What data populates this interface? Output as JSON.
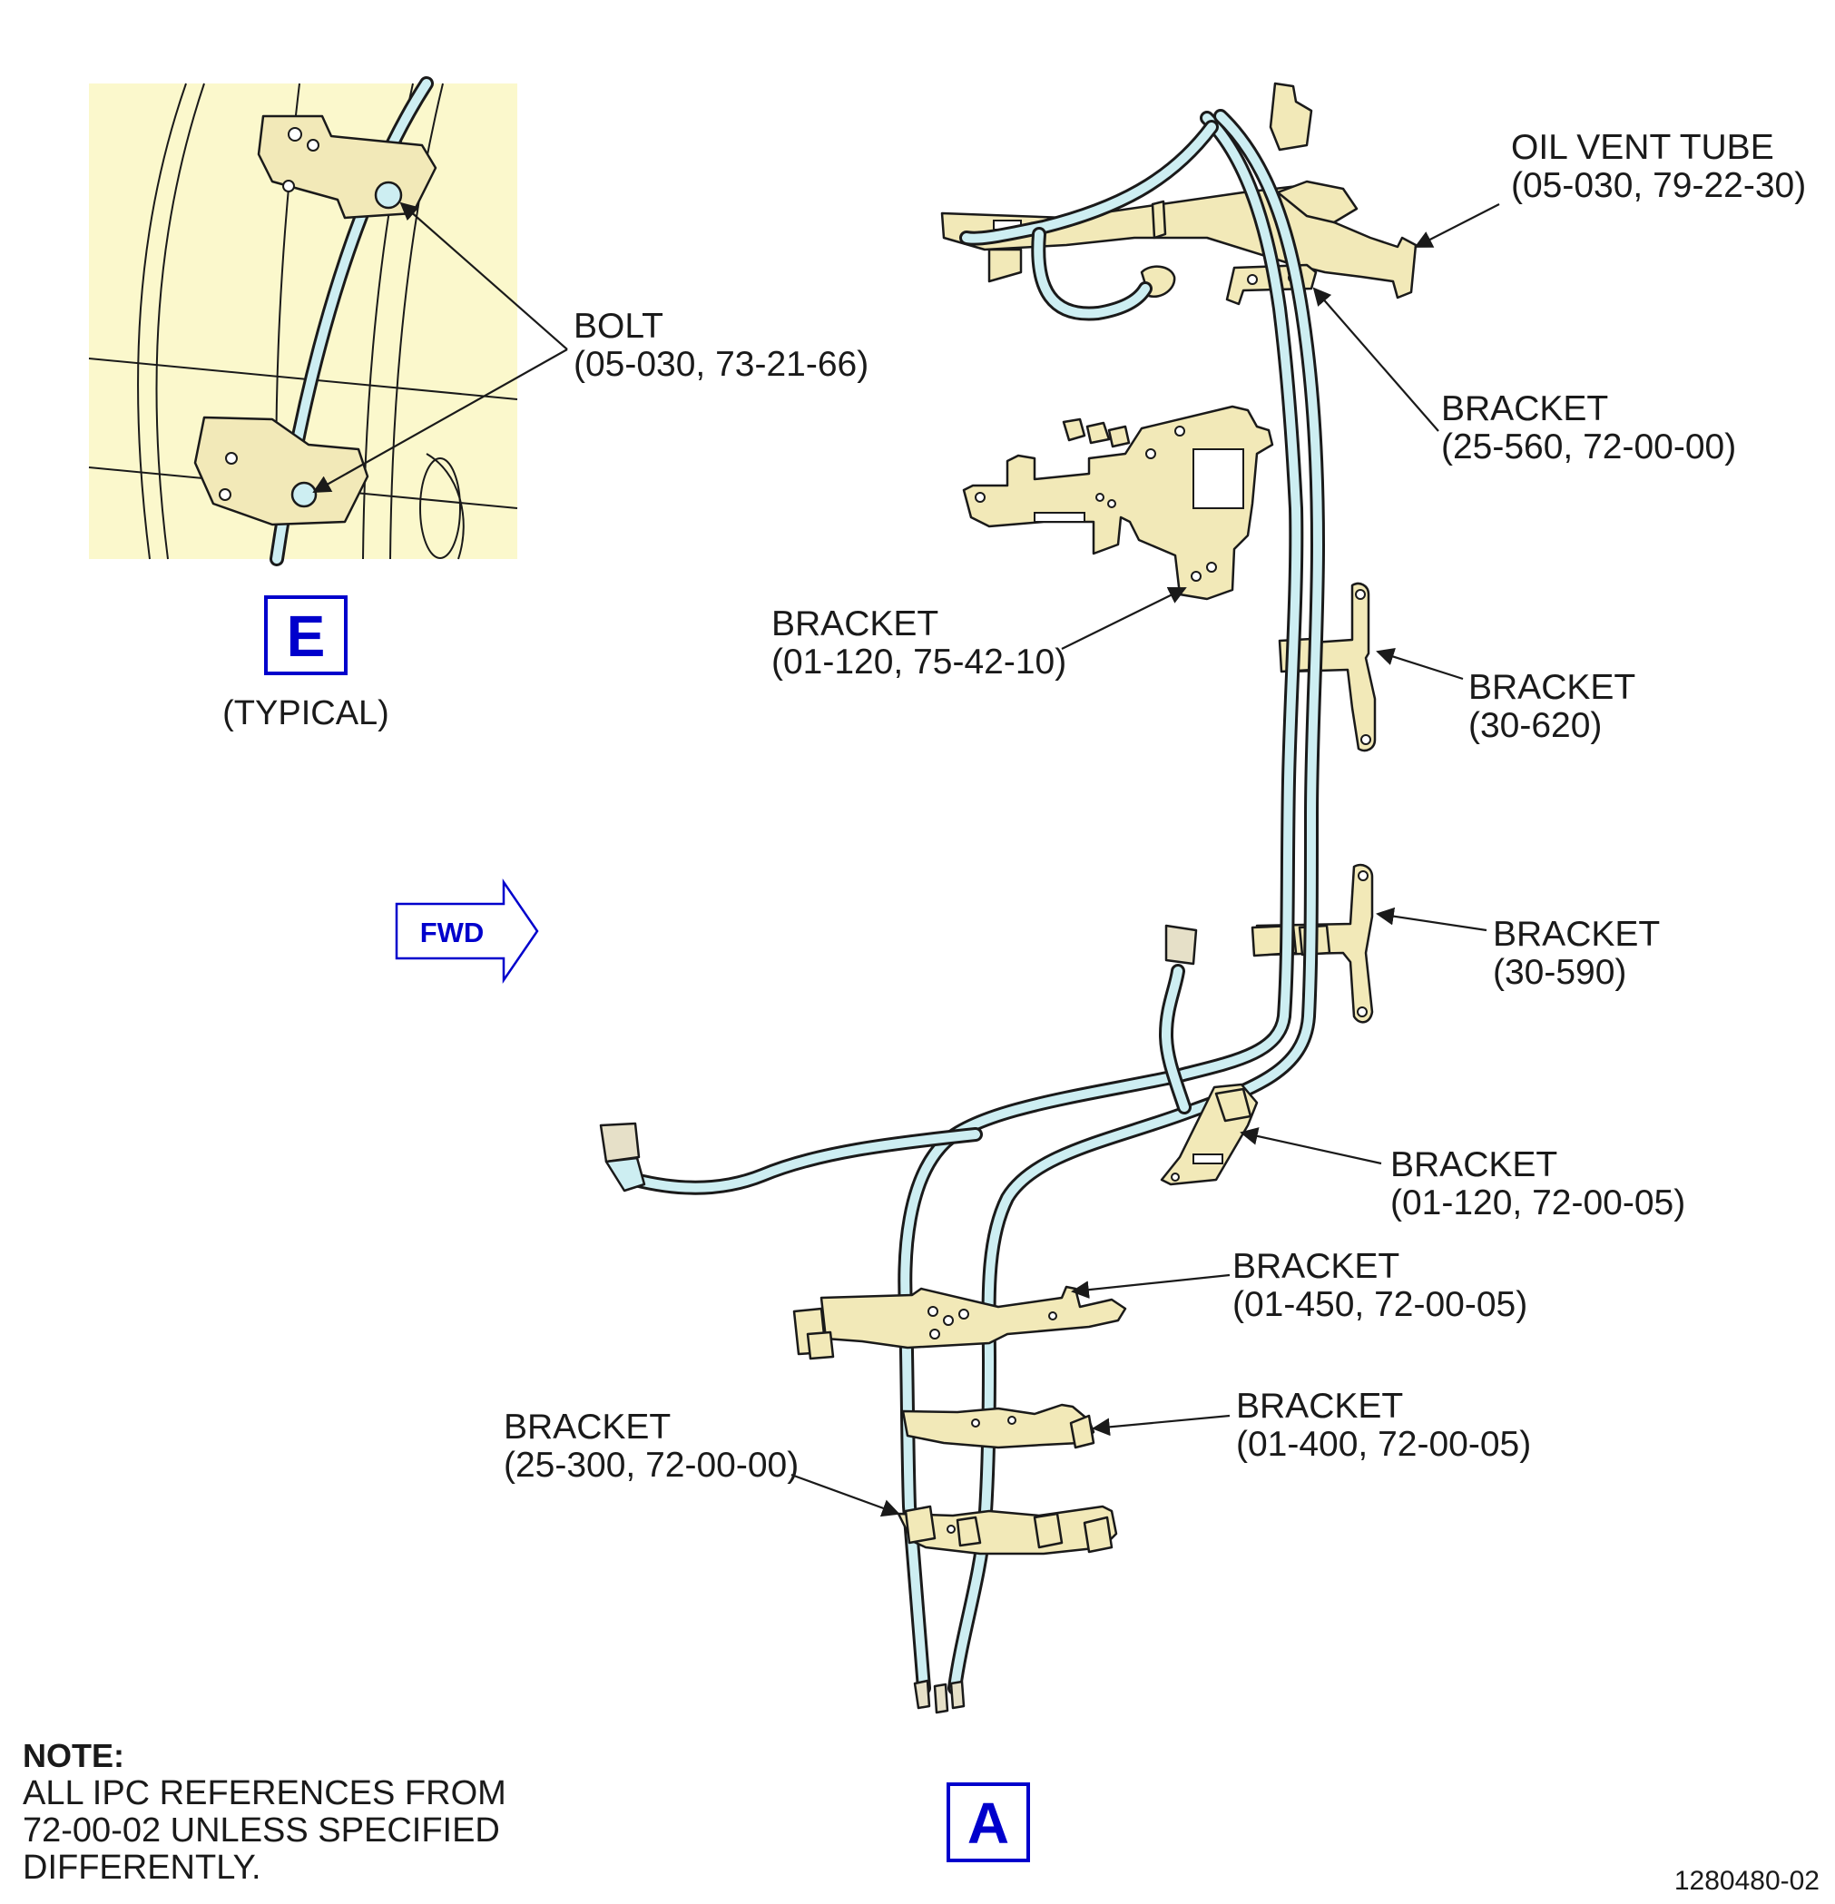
{
  "detail_view": {
    "letter": "E",
    "qualifier": "(TYPICAL)",
    "callout": {
      "line1": "BOLT",
      "line2": "(05-030, 73-21-66)"
    }
  },
  "main_view": {
    "letter": "A"
  },
  "fwd_arrow": {
    "label": "FWD"
  },
  "callouts": [
    {
      "id": "oil-vent-tube",
      "line1": "OIL VENT TUBE",
      "line2": "(05-030, 79-22-30)"
    },
    {
      "id": "bracket-25-560",
      "line1": "BRACKET",
      "line2": "(25-560, 72-00-00)"
    },
    {
      "id": "bracket-01-120-75",
      "line1": "BRACKET",
      "line2": "(01-120, 75-42-10)"
    },
    {
      "id": "bracket-30-620",
      "line1": "BRACKET",
      "line2": "(30-620)"
    },
    {
      "id": "bracket-30-590",
      "line1": "BRACKET",
      "line2": "(30-590)"
    },
    {
      "id": "bracket-01-120-72",
      "line1": "BRACKET",
      "line2": "(01-120, 72-00-05)"
    },
    {
      "id": "bracket-01-450",
      "line1": "BRACKET",
      "line2": "(01-450, 72-00-05)"
    },
    {
      "id": "bracket-01-400",
      "line1": "BRACKET",
      "line2": "(01-400, 72-00-05)"
    },
    {
      "id": "bracket-25-300",
      "line1": "BRACKET",
      "line2": "(25-300, 72-00-00)"
    }
  ],
  "note": {
    "title": "NOTE:",
    "lines": [
      "ALL IPC REFERENCES FROM",
      "72-00-02 UNLESS SPECIFIED",
      "DIFFERENTLY."
    ]
  },
  "drawing_number": "1280480-02",
  "colors": {
    "part_fill": "#f2e9b8",
    "harness_fill": "#cdeef2",
    "detail_background": "#fbf8cc",
    "view_label_blue": "#0000cc",
    "line_black": "#1a1a1a"
  }
}
